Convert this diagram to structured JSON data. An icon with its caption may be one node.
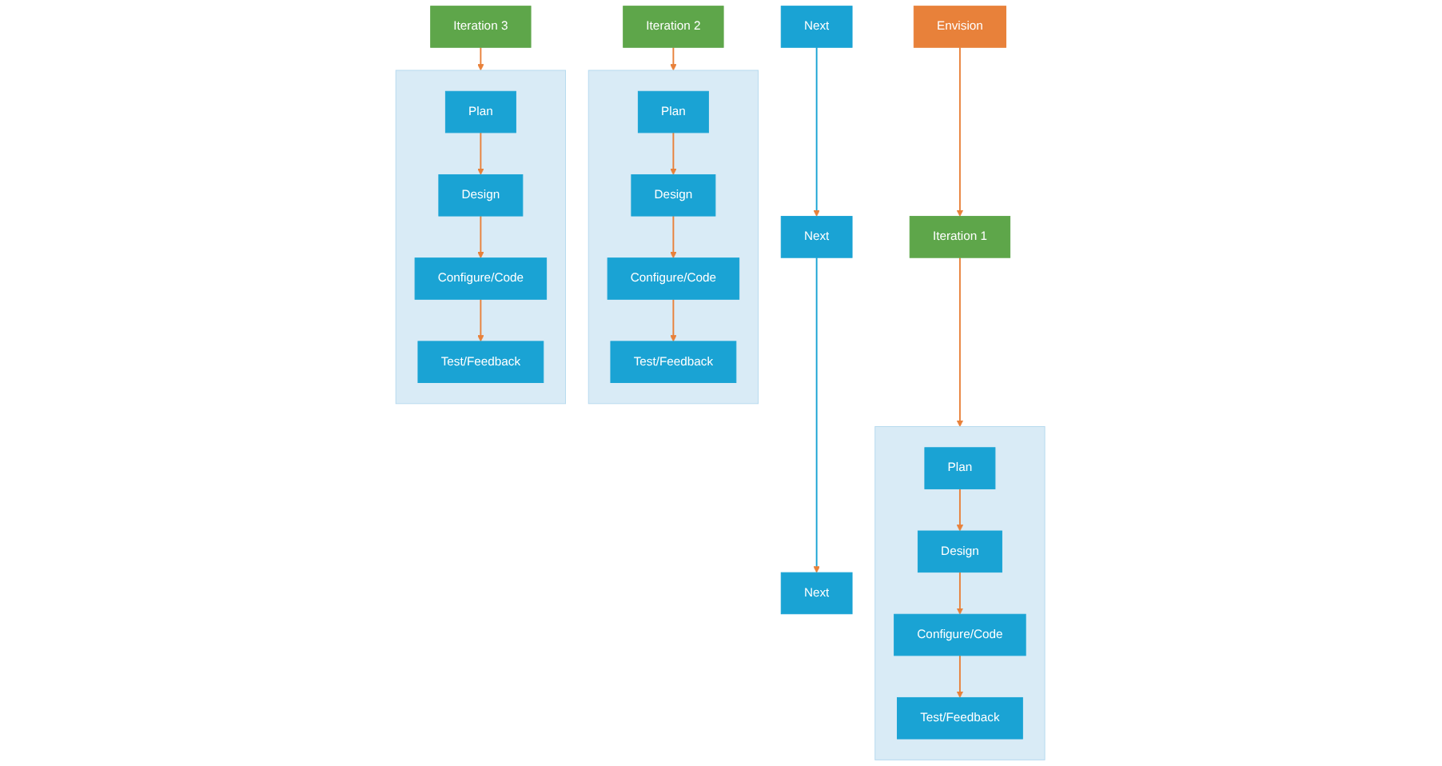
{
  "diagram": {
    "nodes": [
      {
        "text": [
          "Next"
        ]
      },
      {
        "text": [
          "Next"
        ]
      },
      {
        "text": [
          "Next"
        ]
      },
      {
        "text": [
          "Envision"
        ]
      },
      {
        "text": [
          "Iteration 1"
        ]
      },
      {
        "text": [
          "Iteration 2"
        ]
      },
      {
        "text": [
          "Iteration 3"
        ]
      },
      {
        "text": [],
        "shape": "box"
      },
      {
        "text": [
          "Plan"
        ],
        "in": 7
      },
      {
        "text": [
          "Design"
        ],
        "in": 7
      },
      {
        "text": [
          "Configure/Code"
        ],
        "in": 7
      },
      {
        "text": [
          "Test/Feedback"
        ],
        "in": 7
      },
      {
        "text": [],
        "shape": "box"
      },
      {
        "text": [
          "Plan"
        ],
        "in": 12
      },
      {
        "text": [
          "Design"
        ],
        "in": 12
      },
      {
        "text": [
          "Configure/Code"
        ],
        "in": 12
      },
      {
        "text": [
          "Test/Feedback"
        ],
        "in": 12
      },
      {
        "text": [],
        "shape": "box"
      },
      {
        "text": [
          "Plan"
        ],
        "in": 17
      },
      {
        "text": [
          "Design"
        ],
        "in": 17
      },
      {
        "text": [
          "Configure/Code"
        ],
        "in": 17
      },
      {
        "text": [
          "Test/Feedback"
        ],
        "in": 17
      }
    ],
    "edges": [
      {
        "from": 0,
        "to": 1,
        "arrow": "to",
        "color": "#1aa3d4"
      },
      {
        "from": 1,
        "to": 2,
        "arrow": "to",
        "color": "#1aa3d4"
      },
      {
        "from": 3,
        "to": 4,
        "arrow": "to"
      },
      {
        "from": 4,
        "to": 7,
        "arrow": "to"
      },
      {
        "from": 5,
        "to": 12,
        "arrow": "to"
      },
      {
        "from": 6,
        "to": 17,
        "arrow": "to"
      },
      {
        "from": 8,
        "to": 9,
        "arrow": "to"
      },
      {
        "from": 9,
        "to": 10,
        "arrow": "to"
      },
      {
        "from": 10,
        "to": 11,
        "arrow": "to"
      },
      {
        "from": 13,
        "to": 14,
        "arrow": "to"
      },
      {
        "from": 14,
        "to": 15,
        "arrow": "to"
      },
      {
        "from": 15,
        "to": 16,
        "arrow": "to"
      },
      {
        "from": 18,
        "to": 19,
        "arrow": "to"
      },
      {
        "from": 19,
        "to": 20,
        "arrow": "to"
      },
      {
        "from": 20,
        "to": 21,
        "arrow": "to"
      }
    ]
  }
}
